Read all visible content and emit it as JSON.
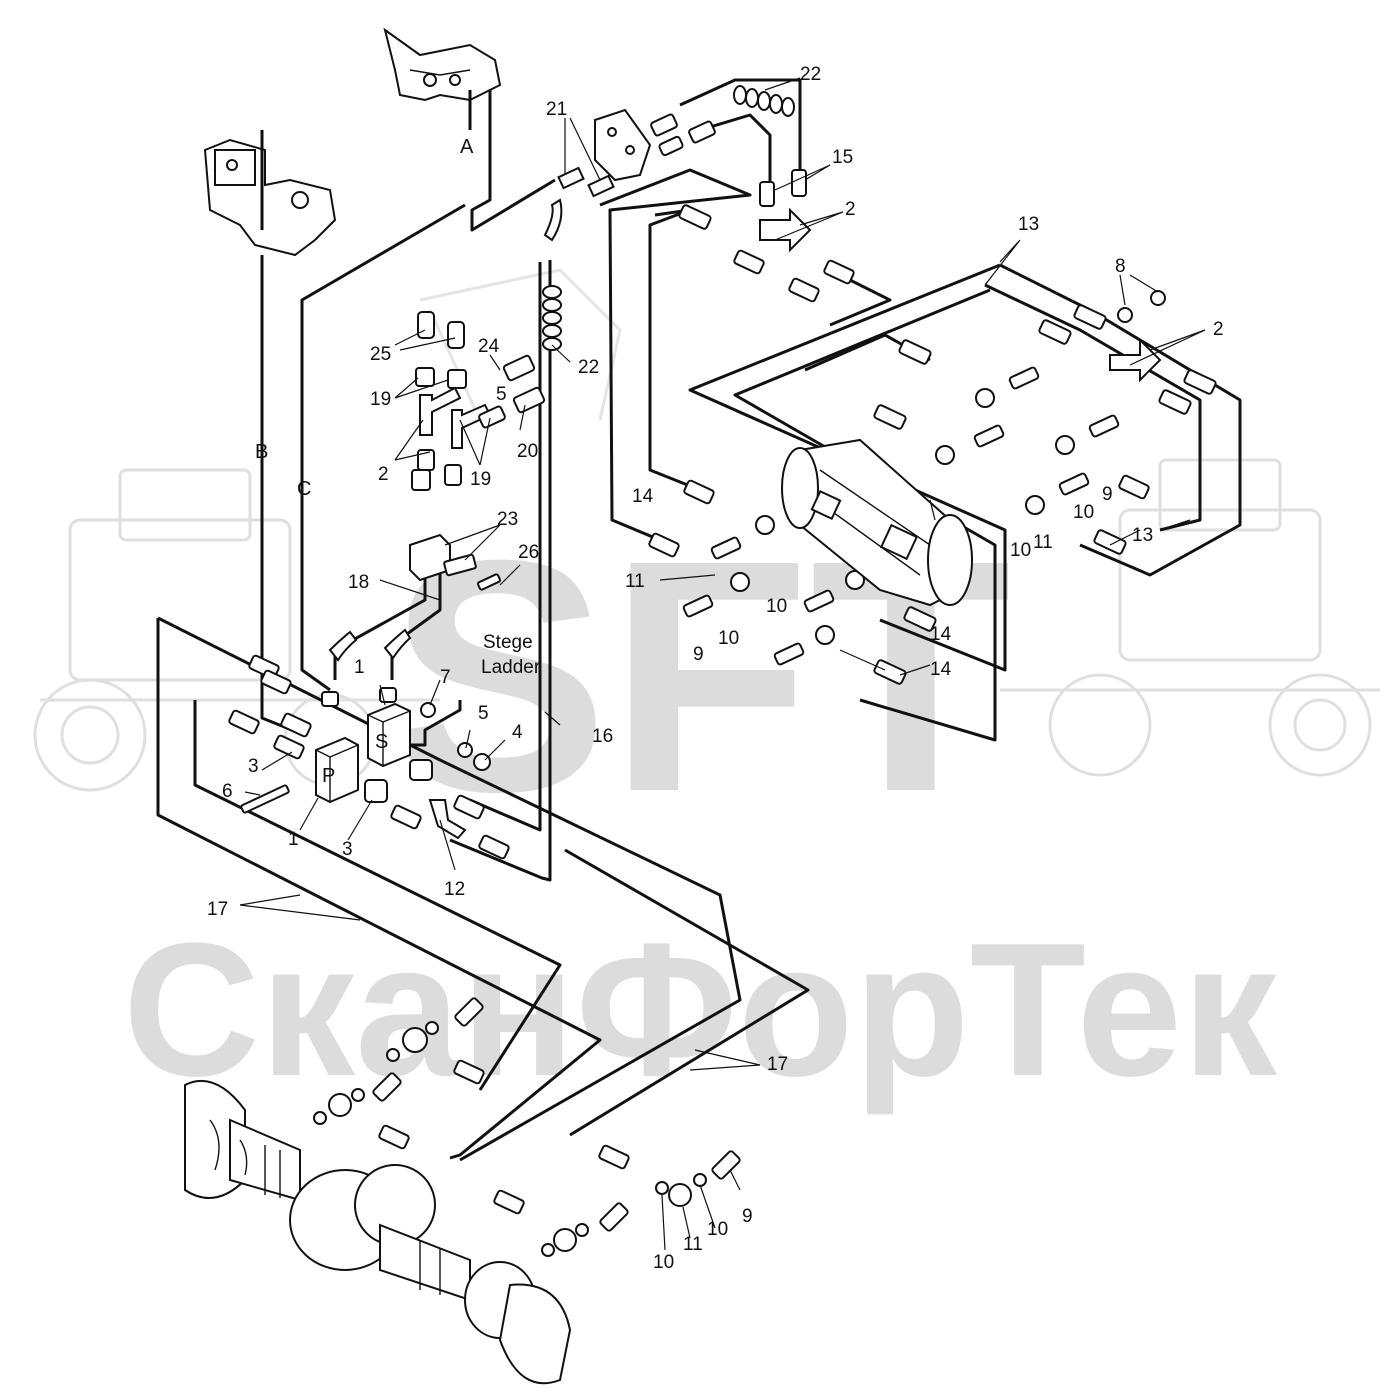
{
  "watermark": {
    "logo": "SFT",
    "brand": "СканФорТек",
    "color": "#d9d9d9"
  },
  "labels": [
    {
      "id": "lbl-22a",
      "text": "22"
    },
    {
      "id": "lbl-21",
      "text": "21"
    },
    {
      "id": "lbl-15",
      "text": "15"
    },
    {
      "id": "lbl-2a",
      "text": "2"
    },
    {
      "id": "lbl-13a",
      "text": "13"
    },
    {
      "id": "lbl-8",
      "text": "8"
    },
    {
      "id": "lbl-2b",
      "text": "2"
    },
    {
      "id": "lbl-25",
      "text": "25"
    },
    {
      "id": "lbl-24",
      "text": "24"
    },
    {
      "id": "lbl-5a",
      "text": "5"
    },
    {
      "id": "lbl-19a",
      "text": "19"
    },
    {
      "id": "lbl-22b",
      "text": "22"
    },
    {
      "id": "lbl-2c",
      "text": "2"
    },
    {
      "id": "lbl-19b",
      "text": "19"
    },
    {
      "id": "lbl-20",
      "text": "20"
    },
    {
      "id": "lbl-14a",
      "text": "14"
    },
    {
      "id": "lbl-9a",
      "text": "9"
    },
    {
      "id": "lbl-10a",
      "text": "10"
    },
    {
      "id": "lbl-13b",
      "text": "13"
    },
    {
      "id": "lbl-10b",
      "text": "10"
    },
    {
      "id": "lbl-11a",
      "text": "11"
    },
    {
      "id": "lbl-23",
      "text": "23"
    },
    {
      "id": "lbl-26",
      "text": "26"
    },
    {
      "id": "lbl-18",
      "text": "18"
    },
    {
      "id": "lbl-11b",
      "text": "11"
    },
    {
      "id": "lbl-10c",
      "text": "10"
    },
    {
      "id": "lbl-10d",
      "text": "10"
    },
    {
      "id": "lbl-9b",
      "text": "9"
    },
    {
      "id": "lbl-14b",
      "text": "14"
    },
    {
      "id": "lbl-14c",
      "text": "14"
    },
    {
      "id": "lbl-1a",
      "text": "1"
    },
    {
      "id": "lbl-7",
      "text": "7"
    },
    {
      "id": "lbl-5b",
      "text": "5"
    },
    {
      "id": "lbl-4",
      "text": "4"
    },
    {
      "id": "lbl-16",
      "text": "16"
    },
    {
      "id": "lbl-3a",
      "text": "3"
    },
    {
      "id": "lbl-6",
      "text": "6"
    },
    {
      "id": "lbl-1b",
      "text": "1"
    },
    {
      "id": "lbl-3b",
      "text": "3"
    },
    {
      "id": "lbl-12",
      "text": "12"
    },
    {
      "id": "lbl-17a",
      "text": "17"
    },
    {
      "id": "lbl-17b",
      "text": "17"
    },
    {
      "id": "lbl-9c",
      "text": "9"
    },
    {
      "id": "lbl-10e",
      "text": "10"
    },
    {
      "id": "lbl-11c",
      "text": "11"
    },
    {
      "id": "lbl-10f",
      "text": "10"
    }
  ],
  "line_letters": [
    {
      "id": "line-a",
      "text": "A"
    },
    {
      "id": "line-b",
      "text": "B"
    },
    {
      "id": "line-c",
      "text": "C"
    }
  ],
  "block_marks": {
    "p": "P",
    "s": "S"
  },
  "note": {
    "line1": "Stege",
    "line2": "Ladder"
  }
}
